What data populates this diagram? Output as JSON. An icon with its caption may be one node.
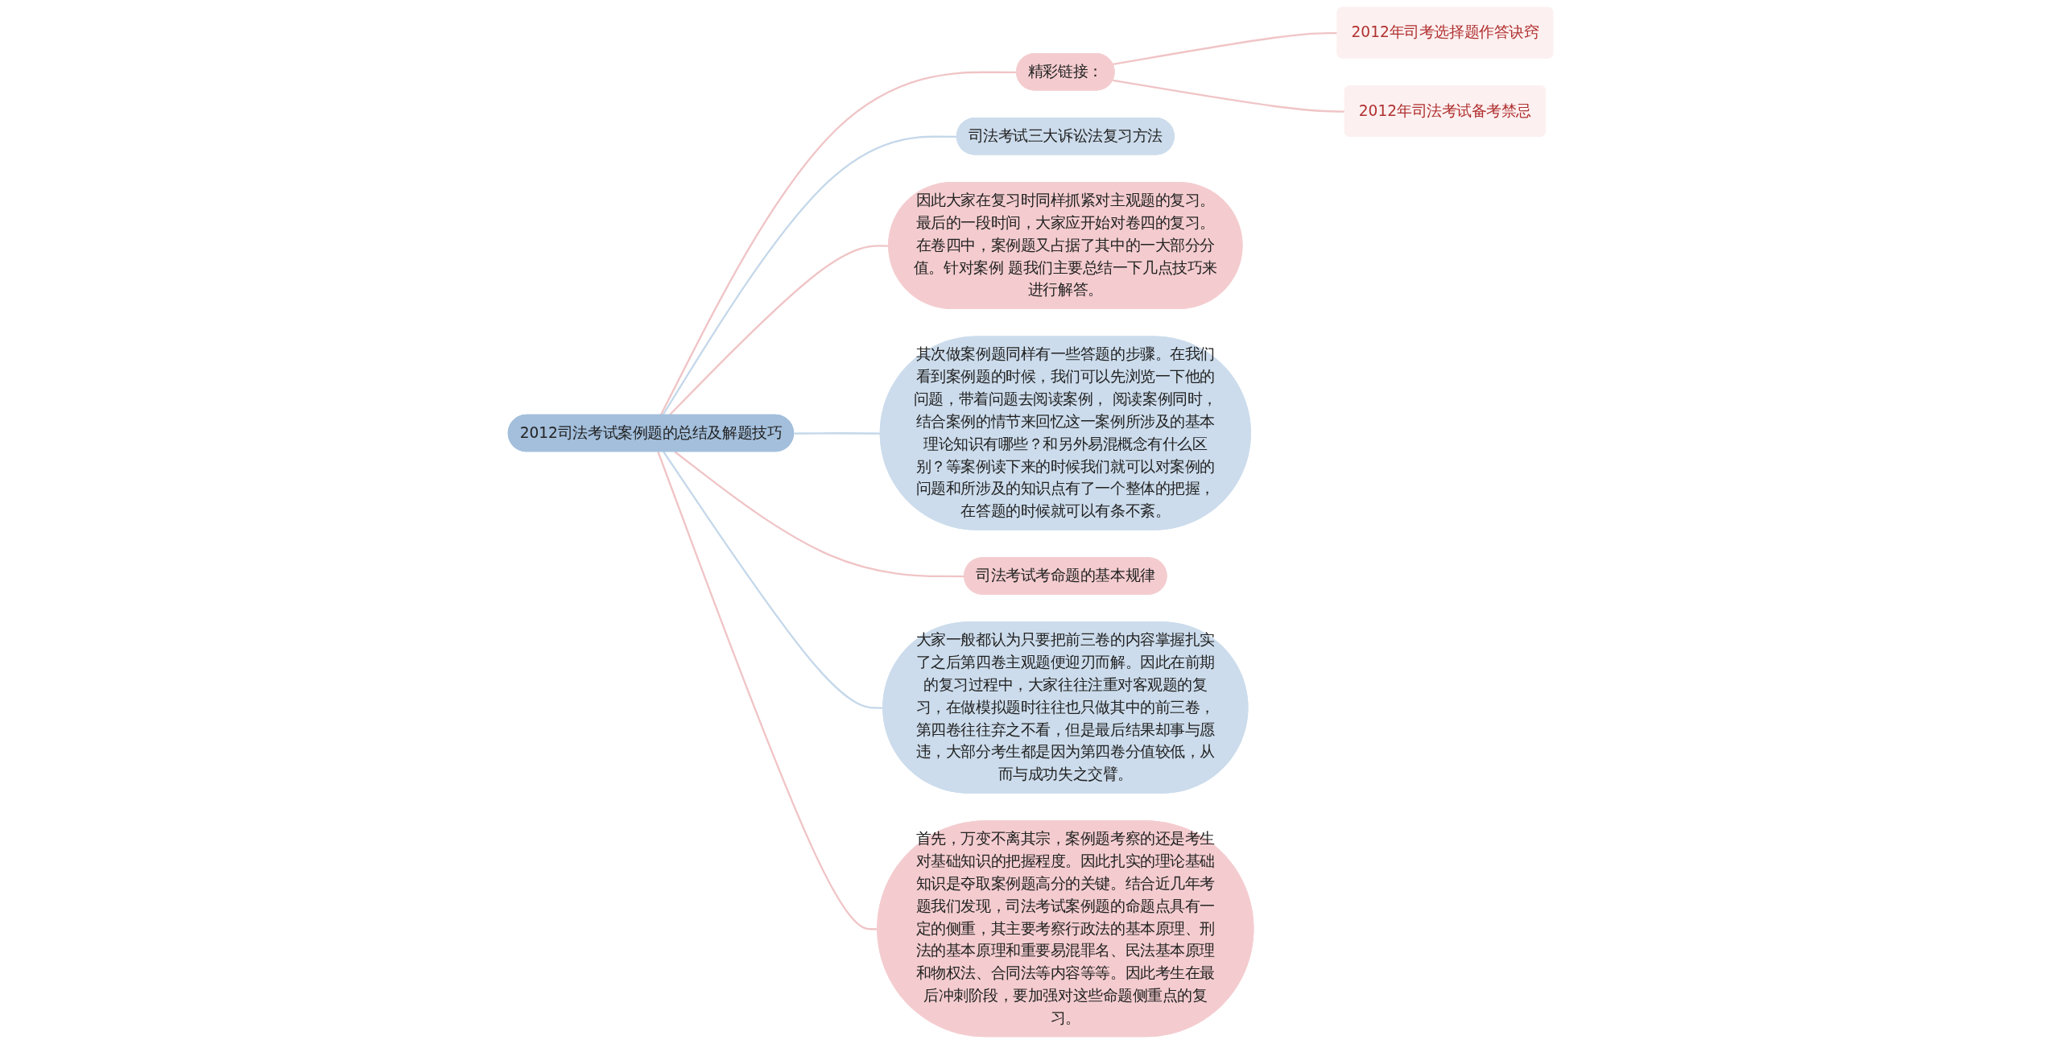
{
  "diagram": {
    "nodes": [
      {
        "text": [
          "2012司法考试案例题的总结及解题技巧"
        ]
      },
      {
        "text": [
          "精彩链接："
        ]
      },
      {
        "text": [
          "2012年司考选择题作答诀窍"
        ]
      },
      {
        "text": [
          "2012年司法考试备考禁忌"
        ]
      },
      {
        "text": [
          "司法考试三大诉讼法复习方法"
        ]
      },
      {
        "text": [
          "因此大家在复习时同样抓紧对主观题的复习。最后的一段时间，大家应开始对卷四的复习。在卷四中，案例题又占据了其中的一大部分分值。针对案例 题我们主要总结一下几点技巧来进行解答。"
        ]
      },
      {
        "text": [
          "其次做案例题同样有一些答题的步骤。在我们看到案例题的时候，我们可以先浏览一下他的问题，带着问题去阅读案例， 阅读案例同时，结合案例的情节来回忆这一案例所涉及的基本理论知识有哪些？和另外易混概念有什么区别？等案例读下来的时候我们就可以对案例的问题和所涉及的知识点有了一个整体的把握，在答题的时候就可以有条不紊。"
        ]
      },
      {
        "text": [
          "司法考试考命题的基本规律"
        ]
      },
      {
        "text": [
          "大家一般都认为只要把前三卷的内容掌握扎实了之后第四卷主观题便迎刃而解。因此在前期的复习过程中，大家往往注重对客观题的复习，在做模拟题时往往也只做其中的前三卷，第四卷往往弃之不看，但是最后结果却事与愿违，大部分考生都是因为第四卷分值较低，从而与成功失之交臂。"
        ]
      },
      {
        "text": [
          "首先，万变不离其宗，案例题考察的还是考生对基础知识的把握程度。因此扎实的理论基础知识是夺取案例题高分的关键。结合近几年考题我们发现，司法考试案例题的命题点具有一定的侧重，其主要考察行政法的基本原理、刑法的基本原理和重要易混罪名、民法基本原理和物权法、合同法等内容等等。因此考生在最后冲刺阶段，要加强对这些命题侧重点的复习。"
        ]
      }
    ],
    "edges": [
      {
        "from": 0,
        "to": 1,
        "arrow": "none"
      },
      {
        "from": 1,
        "to": 2,
        "arrow": "none"
      },
      {
        "from": 1,
        "to": 3,
        "arrow": "none"
      },
      {
        "from": 0,
        "to": 4,
        "arrow": "none",
        "color": "#c5d8ea"
      },
      {
        "from": 0,
        "to": 5,
        "arrow": "none"
      },
      {
        "from": 0,
        "to": 6,
        "arrow": "none",
        "color": "#c5d8ea"
      },
      {
        "from": 0,
        "to": 7,
        "arrow": "none"
      },
      {
        "from": 0,
        "to": 8,
        "arrow": "none",
        "color": "#c5d8ea"
      },
      {
        "from": 0,
        "to": 9,
        "arrow": "none"
      }
    ]
  }
}
